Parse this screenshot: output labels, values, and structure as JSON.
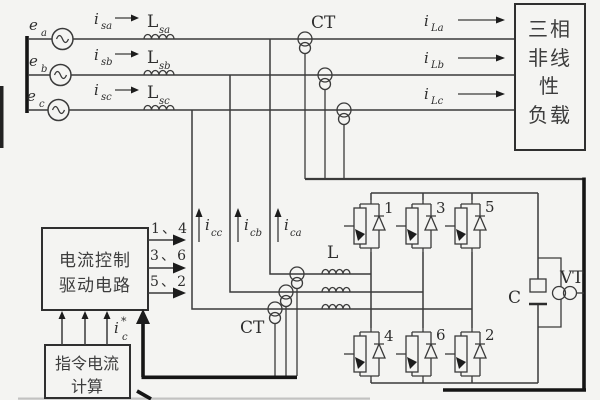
{
  "sources": {
    "ea": {
      "base": "e",
      "sub": "a"
    },
    "eb": {
      "base": "e",
      "sub": "b"
    },
    "ec": {
      "base": "e",
      "sub": "c"
    }
  },
  "source_branch": {
    "isa": {
      "base": "i",
      "sub": "sa"
    },
    "isb": {
      "base": "i",
      "sub": "sb"
    },
    "isc": {
      "base": "i",
      "sub": "sc"
    },
    "Lsa": {
      "base": "L",
      "sub": "sa"
    },
    "Lsb": {
      "base": "L",
      "sub": "sb"
    },
    "Lsc": {
      "base": "L",
      "sub": "sc"
    }
  },
  "load_branch": {
    "iLa": {
      "base": "i",
      "sub": "La"
    },
    "iLb": {
      "base": "i",
      "sub": "Lb"
    },
    "iLc": {
      "base": "i",
      "sub": "Lc"
    }
  },
  "load_box": {
    "line1": "三相",
    "line2": "非线",
    "line3": "性",
    "line4": "负载"
  },
  "ct_top_label": "CT",
  "ct_bottom_label": "CT",
  "comp_branch": {
    "icc": {
      "base": "i",
      "sub": "cc"
    },
    "icb": {
      "base": "i",
      "sub": "cb"
    },
    "ica": {
      "base": "i",
      "sub": "ca"
    },
    "inductor_label": "L"
  },
  "gate_signals": {
    "g14": "1、4",
    "g36": "3、6",
    "g52": "5、2"
  },
  "switches": {
    "s1": "1",
    "s3": "3",
    "s5": "5",
    "s4": "4",
    "s6": "6",
    "s2": "2"
  },
  "control_box": {
    "line1": "电流控制",
    "line2": "驱动电路"
  },
  "calc_box": {
    "line1": "指令电流",
    "line2": "计算"
  },
  "ref_current": {
    "base": "i",
    "sup": "*",
    "sub": "c"
  },
  "dc_link": {
    "capacitor_label": "C",
    "vt_label": "VT"
  },
  "colors": {
    "line": "#3a3a3a",
    "heavy": "#151515",
    "text": "#2e2e2e",
    "background": "#f4f4f2"
  }
}
